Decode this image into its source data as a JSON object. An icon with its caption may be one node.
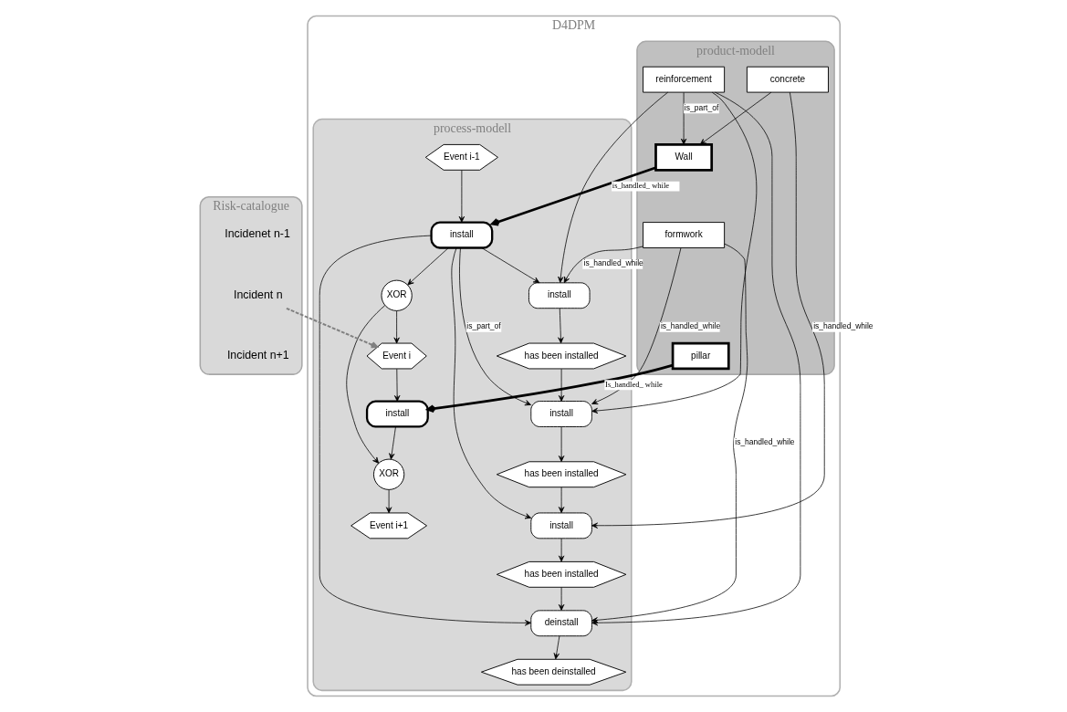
{
  "diagram": {
    "nodes": [
      {
        "text": [
          "D4DPM"
        ]
      },
      {
        "text": [
          "product-modell"
        ],
        "in": 0
      },
      {
        "text": [
          "formwork"
        ],
        "in": 1
      },
      {
        "text": [
          "reinforcement"
        ],
        "in": 1
      },
      {
        "text": [
          "Wall"
        ],
        "in": 1
      },
      {
        "text": [
          "concrete"
        ],
        "in": 1
      },
      {
        "text": [
          "pillar"
        ],
        "in": 1
      },
      {
        "text": [
          "process-modell"
        ],
        "in": 0
      },
      {
        "text": [
          "Event i-1"
        ],
        "in": 7
      },
      {
        "text": [
          "install"
        ],
        "in": 7
      },
      {
        "text": [
          "XOR"
        ],
        "in": 7
      },
      {
        "text": [
          "Event i"
        ],
        "in": 7
      },
      {
        "text": [
          "install"
        ],
        "in": 7
      },
      {
        "text": [
          "XOR"
        ],
        "in": 7
      },
      {
        "text": [
          "Event i+1"
        ],
        "in": 7
      },
      {
        "text": [
          "install"
        ],
        "in": 7
      },
      {
        "text": [
          "has been installed"
        ],
        "in": 7
      },
      {
        "text": [
          "install"
        ],
        "in": 7
      },
      {
        "text": [
          "has been installed"
        ],
        "in": 7
      },
      {
        "text": [
          "install"
        ],
        "in": 7
      },
      {
        "text": [
          "has been installed"
        ],
        "in": 7
      },
      {
        "text": [
          "deinstall"
        ],
        "in": 7
      },
      {
        "text": [
          "has been deinstalled"
        ],
        "in": 7
      },
      {
        "text": [
          "Risk-catalogue"
        ]
      },
      {
        "text": [
          "Incidenet n-1"
        ],
        "in": 23
      },
      {
        "text": [
          "Incident n"
        ],
        "in": 23
      },
      {
        "text": [
          "Incident n+1"
        ],
        "in": 23
      }
    ],
    "edges": [
      {
        "from": 2,
        "to": 17,
        "arrow": "to",
        "label": "is_handled_while"
      },
      {
        "from": 3,
        "to": 17,
        "arrow": "to"
      },
      {
        "from": 2,
        "to": 15,
        "arrow": "to",
        "label": "is_handled_while"
      },
      {
        "from": 3,
        "to": 15,
        "arrow": "to"
      },
      {
        "from": 2,
        "to": 21,
        "arrow": "to",
        "label": "is_handled_while"
      },
      {
        "from": 3,
        "to": 21,
        "arrow": "to"
      },
      {
        "from": 5,
        "to": 19,
        "arrow": "to",
        "label": "is_handled_while"
      },
      {
        "from": 3,
        "to": 4,
        "arrow": "to",
        "label": "is_part_of"
      },
      {
        "from": 5,
        "to": 4,
        "arrow": "to"
      },
      {
        "from": 4,
        "to": 9,
        "arrow": "to",
        "label": "is_handled_ while",
        "style": "thick"
      },
      {
        "from": 6,
        "to": 12,
        "arrow": "to",
        "label": "Is_handled_ while",
        "style": "thick"
      },
      {
        "from": 8,
        "to": 9,
        "arrow": "to"
      },
      {
        "from": 9,
        "to": 10,
        "arrow": "to"
      },
      {
        "from": 10,
        "to": 11,
        "arrow": "to"
      },
      {
        "from": 10,
        "to": 13,
        "arrow": "to"
      },
      {
        "from": 11,
        "to": 12,
        "arrow": "to"
      },
      {
        "from": 12,
        "to": 13,
        "arrow": "to"
      },
      {
        "from": 13,
        "to": 14,
        "arrow": "to"
      },
      {
        "from": 9,
        "to": 15,
        "arrow": "to"
      },
      {
        "from": 9,
        "to": 17,
        "arrow": "to",
        "label": "is_part_of"
      },
      {
        "from": 9,
        "to": 19,
        "arrow": "to"
      },
      {
        "from": 9,
        "to": 21,
        "arrow": "to"
      },
      {
        "from": 15,
        "to": 16,
        "arrow": "to"
      },
      {
        "from": 16,
        "to": 17,
        "arrow": "to"
      },
      {
        "from": 17,
        "to": 18,
        "arrow": "to"
      },
      {
        "from": 18,
        "to": 19,
        "arrow": "to"
      },
      {
        "from": 19,
        "to": 20,
        "arrow": "to"
      },
      {
        "from": 20,
        "to": 21,
        "arrow": "to"
      },
      {
        "from": 21,
        "to": 22,
        "arrow": "to"
      },
      {
        "from": 25,
        "to": 11,
        "arrow": "to",
        "style": "dashed",
        "color": "#808080"
      }
    ]
  }
}
